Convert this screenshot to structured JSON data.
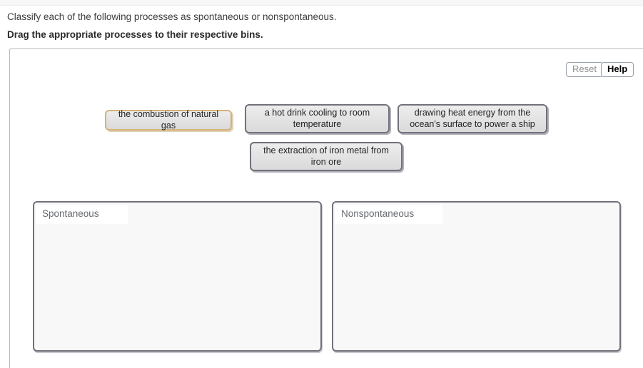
{
  "instructions": {
    "line1": "Classify each of the following processes as spontaneous or nonspontaneous.",
    "line2": "Drag the appropriate processes to their respective bins."
  },
  "toolbar": {
    "reset_label": "Reset",
    "help_label": "Help"
  },
  "items": [
    {
      "label": "the combustion of natural gas",
      "selected": true
    },
    {
      "label": "a hot drink cooling to room temperature",
      "selected": false
    },
    {
      "label": "drawing heat energy from the ocean's surface to power a ship",
      "selected": false
    },
    {
      "label": "the extraction of iron metal from iron ore",
      "selected": false
    }
  ],
  "bins": [
    {
      "label": "Spontaneous",
      "contents": []
    },
    {
      "label": "Nonspontaneous",
      "contents": []
    }
  ],
  "colors": {
    "selected_item_border": "#d5b279",
    "item_border": "#71717b",
    "item_background": "#e3e3e3",
    "bin_background": "#f8f8f8",
    "panel_border": "#b9b9b9",
    "top_bar_background": "#f7f7f7"
  }
}
